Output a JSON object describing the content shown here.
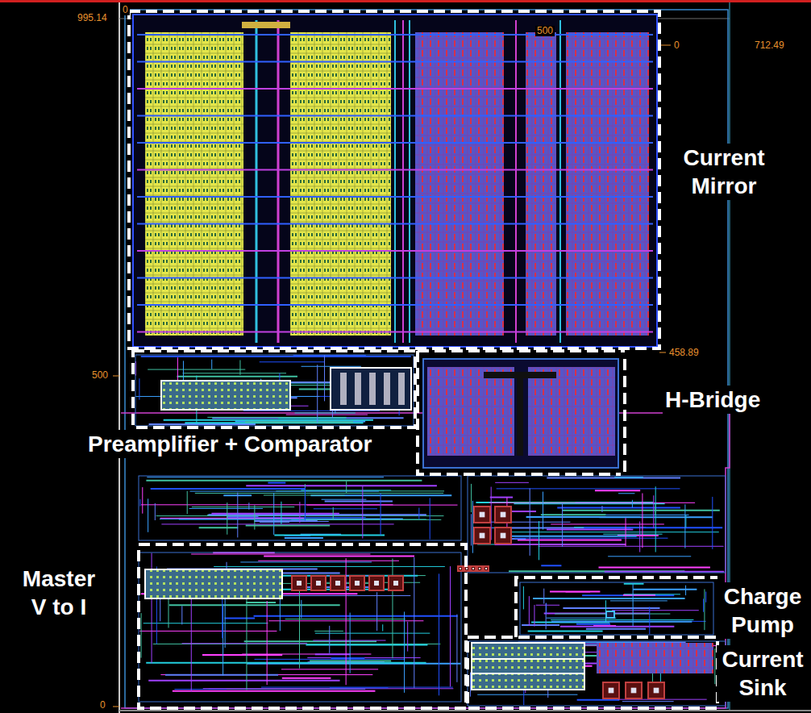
{
  "diagram": {
    "labels": [
      "995.14",
      "0",
      "500",
      "712.49",
      "0",
      "Current Mirror",
      "458.89",
      "500",
      "H-Bridge",
      "Preamplifier + Comparator",
      "Master V to I",
      "Charge Pump",
      "Current Sink",
      "0"
    ]
  }
}
